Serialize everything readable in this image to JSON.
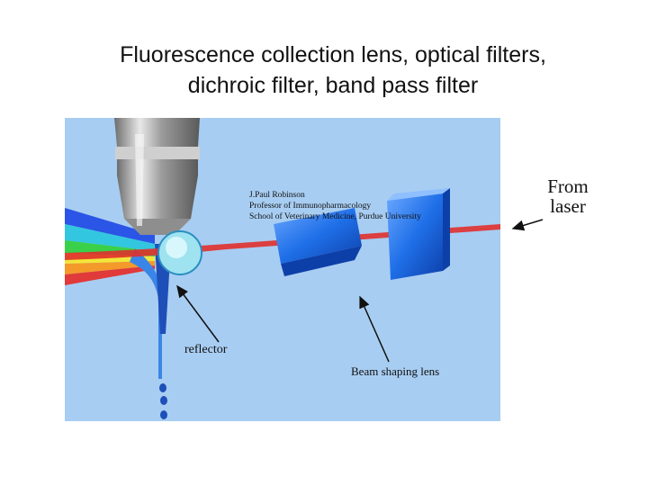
{
  "slide": {
    "title_line1": "Fluorescence collection lens, optical filters,",
    "title_line2": "dichroic filter, band pass filter"
  },
  "diagram": {
    "credit": {
      "line1": "J.Paul Robinson",
      "line2": "Professor of Immunopharmacology",
      "line3": "School of Veterinary Medicine, Purdue University"
    },
    "labels": {
      "reflector": "reflector",
      "beam_shaping_lens": "Beam shaping lens",
      "laser_line1": "From",
      "laser_line2": "laser"
    },
    "colors": {
      "background": "#a8cdf2",
      "laser_beam": "#e0302c",
      "optics_blue": "#1f6fe8",
      "objective_gray": "#a9a9a9"
    }
  }
}
